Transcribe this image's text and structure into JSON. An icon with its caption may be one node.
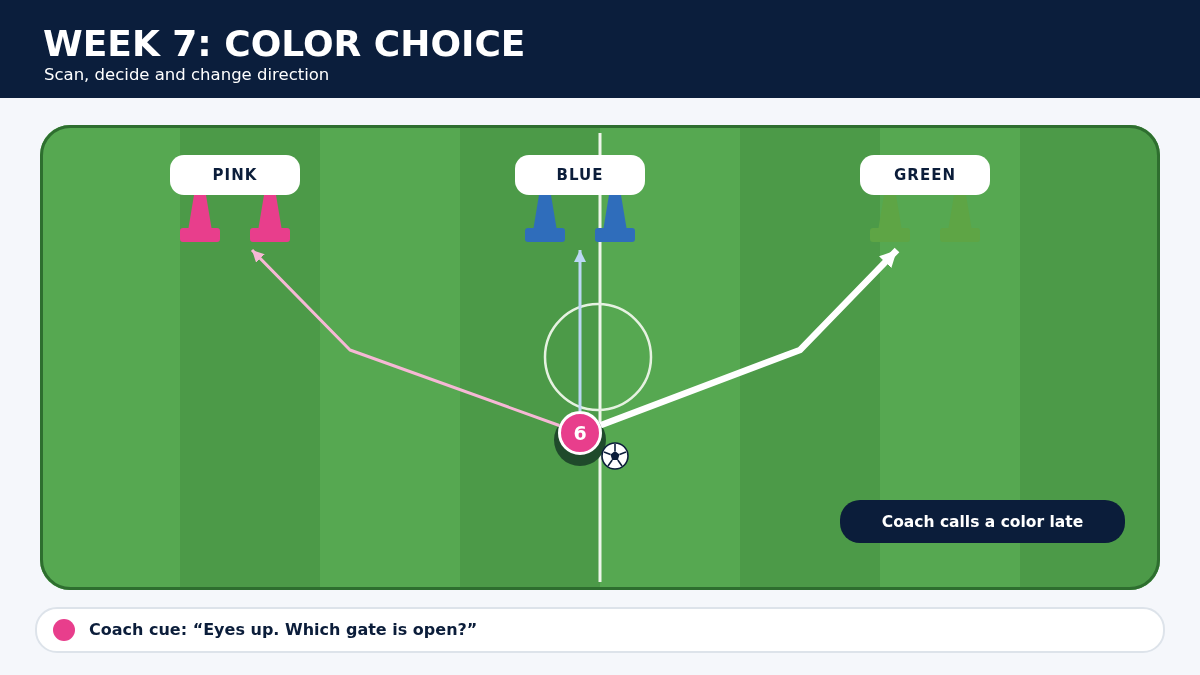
{
  "diagram": {
    "title": "WEEK 7: COLOR CHOICE",
    "nodes": [
      {
        "text": [
          "PINK"
        ]
      },
      {
        "text": [
          "BLUE"
        ]
      },
      {
        "text": [
          "GREEN"
        ]
      },
      {
        "text": [
          "6"
        ]
      },
      {
        "text": [
          "Coach calls a color late"
        ]
      },
      {
        "text": [
          "Coach cue: “Eyes up. Which gate is open?”"
        ]
      }
    ],
    "edges": [
      {
        "from": 3,
        "to": 0,
        "arrow": "to",
        "color": "#f6b8d5"
      },
      {
        "from": 3,
        "to": 1,
        "arrow": "to",
        "color": "#bcd8f4"
      },
      {
        "from": 3,
        "to": 2,
        "arrow": "to",
        "style": "thick",
        "color": "#ffffff"
      }
    ],
    "labels": [
      "Scan, decide and change direction"
    ]
  }
}
